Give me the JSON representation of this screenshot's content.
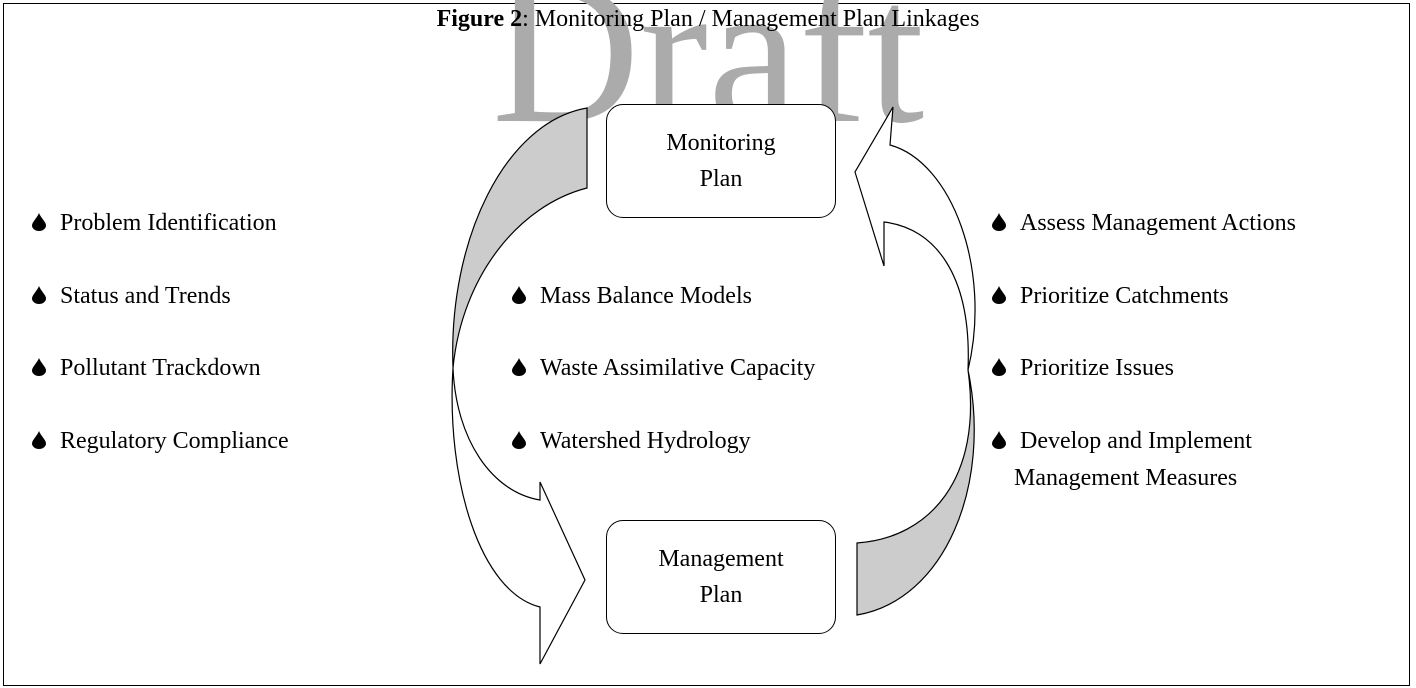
{
  "watermark": "Draft",
  "title": {
    "label": "Figure 2",
    "text": ": Monitoring Plan / Management Plan Linkages"
  },
  "boxes": {
    "monitoring": {
      "line1": "Monitoring",
      "line2": "Plan"
    },
    "management": {
      "line1": "Management",
      "line2": "Plan"
    }
  },
  "bullet_icon": "droplet-icon",
  "left_list": [
    "Problem Identification",
    "Status and Trends",
    "Pollutant Trackdown",
    "Regulatory Compliance"
  ],
  "center_list": [
    "Mass Balance Models",
    "Waste Assimilative Capacity",
    "Watershed Hydrology"
  ],
  "right_list": [
    "Assess Management Actions",
    "Prioritize Catchments",
    "Prioritize Issues",
    "Develop and Implement"
  ],
  "right_list_continuation": "Management Measures",
  "colors": {
    "arrow_shade": "#cccccc",
    "watermark": "#ababab"
  }
}
